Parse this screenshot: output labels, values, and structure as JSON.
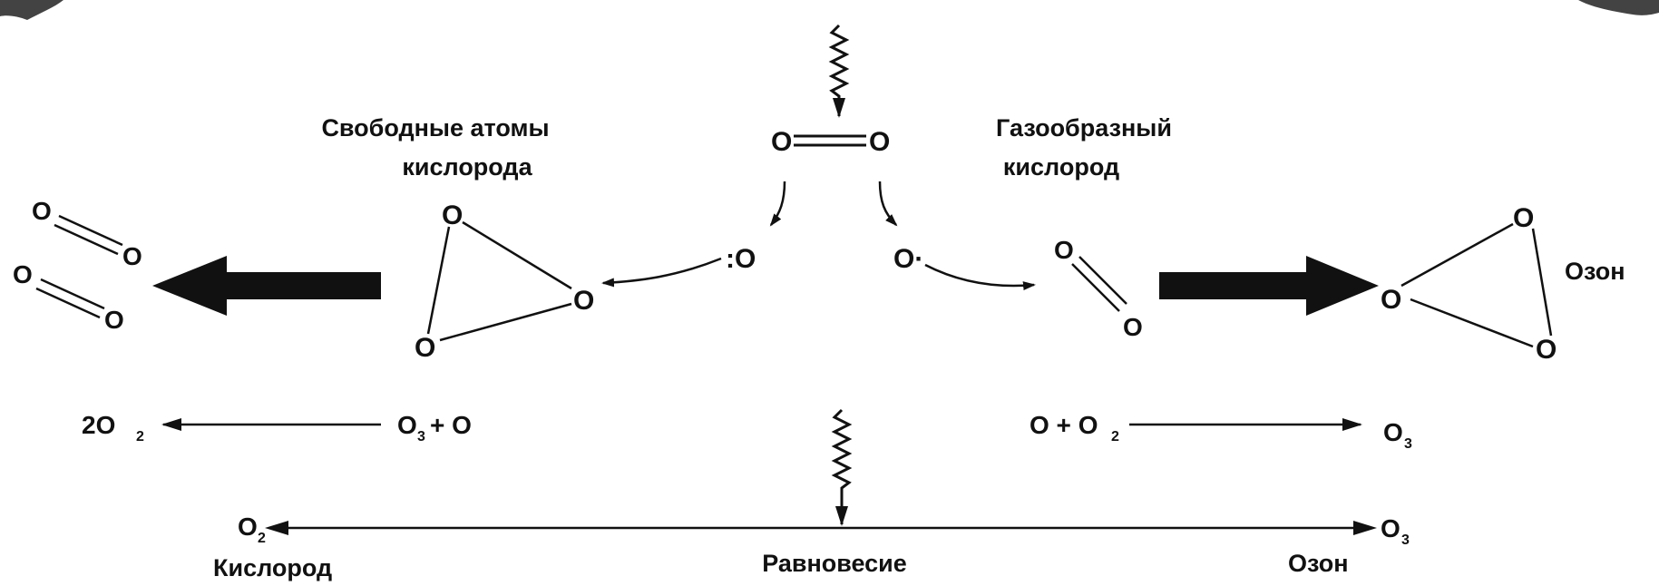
{
  "labels": {
    "free_atoms_line1": "Свободные атомы",
    "free_atoms_line2": "кислорода",
    "gaseous_line1": "Газообразный",
    "gaseous_line2": "кислород",
    "ozone_side": "Озон",
    "oxygen_bottom": "Кислород",
    "equilibrium": "Равновесие",
    "ozone_bottom": "Озон"
  },
  "atoms": {
    "o": "O",
    "colon_o": ":O",
    "dot_o": "O·"
  },
  "equations": {
    "left_product": "2O",
    "left_product_sub": "2",
    "left_reactant_a": "O",
    "left_reactant_a_sub": "3",
    "left_reactant_rest": "+ O",
    "right_reactant_a": "O + O",
    "right_reactant_sub": "2",
    "right_product": "O",
    "right_product_sub": "3",
    "bottom_left": "O",
    "bottom_left_sub": "2",
    "bottom_right": "O",
    "bottom_right_sub": "3"
  },
  "colors": {
    "ink": "#111111",
    "background": "#ffffff"
  }
}
